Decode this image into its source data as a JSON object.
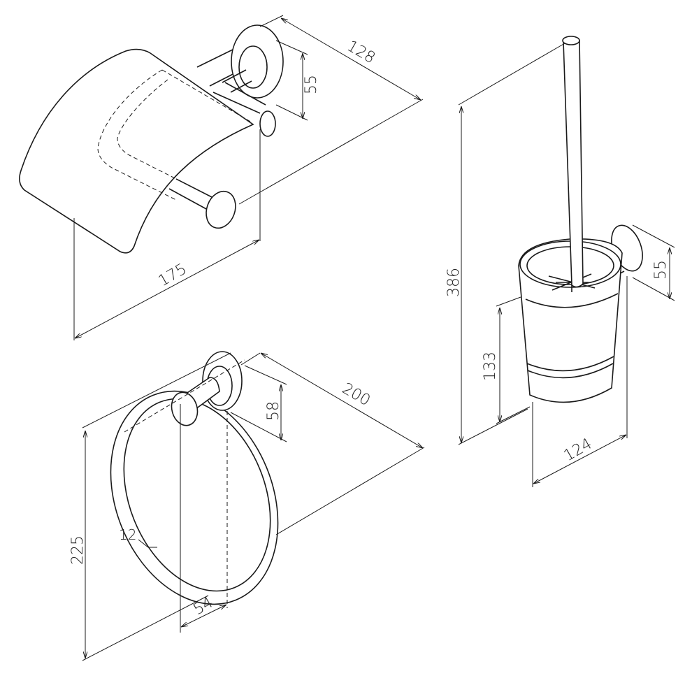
{
  "drawings": {
    "paper_holder": {
      "width": "175",
      "depth": "128",
      "plate_height": "55"
    },
    "towel_ring": {
      "depth": "200",
      "plate_height": "58",
      "height": "225",
      "ring_thickness": "12",
      "offset": "54"
    },
    "toilet_brush": {
      "height": "386",
      "cup_height": "133",
      "plate_height": "55",
      "width": "124"
    }
  },
  "colors": {
    "line": "#1a1a1a",
    "background": "#ffffff"
  }
}
